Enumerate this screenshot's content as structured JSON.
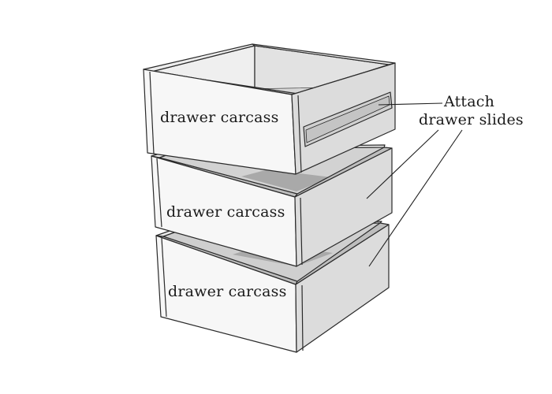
{
  "drawers": [
    {
      "label": "drawer carcass"
    },
    {
      "label": "drawer carcass"
    },
    {
      "label": "drawer carcass"
    }
  ],
  "callout": {
    "line1": "Attach",
    "line2": "drawer slides"
  },
  "colors": {
    "outline": "#2a2a2a",
    "face_light": "#f7f7f7",
    "face_shaded": "#dcdcdc",
    "interior_floor": "#d2d2d2",
    "floor_shadow": "#a9a9a9"
  }
}
